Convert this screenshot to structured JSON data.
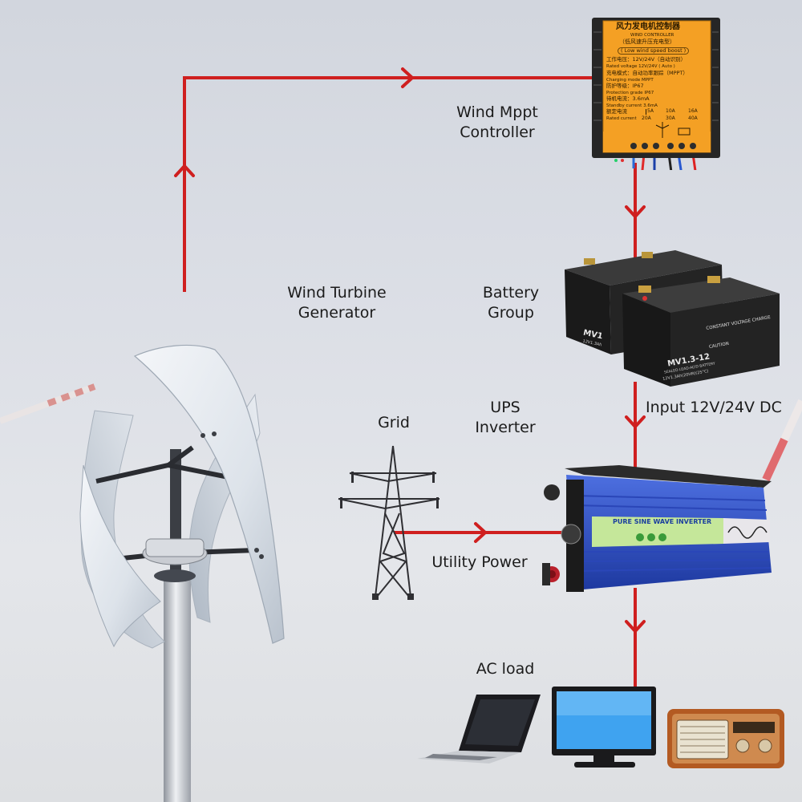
{
  "labels": {
    "controller": [
      "Wind Mppt",
      "Controller"
    ],
    "turbine": [
      "Wind Turbine",
      "Generator"
    ],
    "battery": [
      "Battery",
      "Group"
    ],
    "inverter": [
      "UPS",
      "Inverter"
    ],
    "grid": "Grid",
    "input": "Input 12V/24V DC",
    "utility": "Utility Power",
    "ac_load": "AC load"
  },
  "controller_panel": {
    "title_cn": "风力发电机控制器",
    "title_en": "WIND CONTROLLER",
    "subtitle_cn": "（低风速升压充电型）",
    "subtitle_en": "( Low wind speed boost )",
    "voltage_cn": "工作电压：12V/24V（自动识别）",
    "voltage_en": "Rated voltage 12V/24V ( Auto )",
    "mode_cn": "充电模式：自动功率跟踪（MPPT）",
    "mode_en": "Charging mode MPPT",
    "protect_cn": "防护等级：IP67",
    "protect_en": "Protection grade IP67",
    "standby_cn": "待机电流：3.6mA",
    "standby_en": "Standby current 3.6mA",
    "current_cn": "额定电流",
    "current_en": "Rated current",
    "currents": [
      "5A",
      "10A",
      "16A",
      "20A",
      "30A",
      "40A"
    ]
  },
  "battery_front": {
    "model": "MV1.3-12",
    "brand_line": "CONSTANT VOLTAGE CHARGE",
    "spec": "12V1.3Ah(20HR)(25°C)",
    "caution": "CAUTION",
    "type": "SEALED LEAD-ACID BATTERY"
  },
  "battery_back": {
    "model": "MV1",
    "spec": "12V1.3Ah"
  },
  "inverter_panel": {
    "title": "PURE SINE WAVE INVERTER"
  },
  "colors": {
    "wire": "#cf1f1f",
    "controller_body": "#f4a024",
    "inverter_body": "#2b4fc7",
    "battery_body": "#1d1d1d",
    "background": "#dcdfe6"
  }
}
